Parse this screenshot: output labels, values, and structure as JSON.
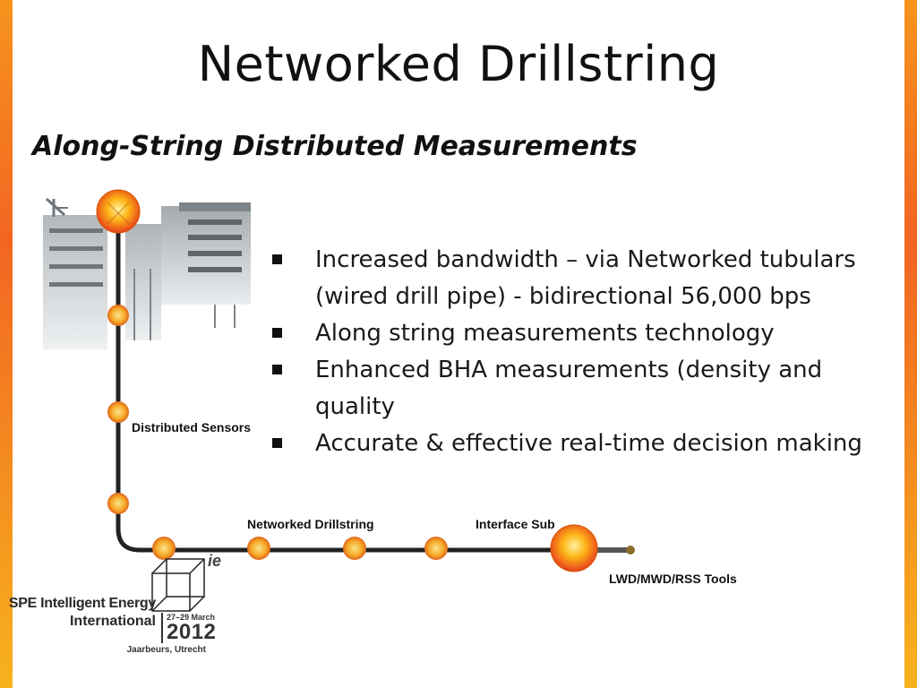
{
  "slide": {
    "title": "Networked Drillstring",
    "subtitle": "Along-String Distributed Measurements"
  },
  "bullets": [
    {
      "text": "Increased bandwidth – via Networked tubulars (wired drill pipe) - bidirectional 56,000 bps"
    },
    {
      "text": "Along string measurements technology"
    },
    {
      "text": "Enhanced BHA measurements (density and quality"
    },
    {
      "text": "Accurate & effective real-time decision making"
    }
  ],
  "diagram": {
    "labels": {
      "distributed_sensors": "Distributed Sensors",
      "networked_drillstring": "Networked Drillstring",
      "interface_sub": "Interface Sub",
      "tools": "LWD/MWD/RSS Tools"
    }
  },
  "logo": {
    "line1": "SPE Intelligent Energy",
    "line2": "International",
    "dates": "27–29 March",
    "year": "2012",
    "place": "Jaarbeurs, Utrecht",
    "mark": "ie"
  },
  "colors": {
    "edge": "#f26522",
    "sensor_hot": "#e8401e",
    "sensor_glow": "#fdd835",
    "pipe": "#222222"
  }
}
